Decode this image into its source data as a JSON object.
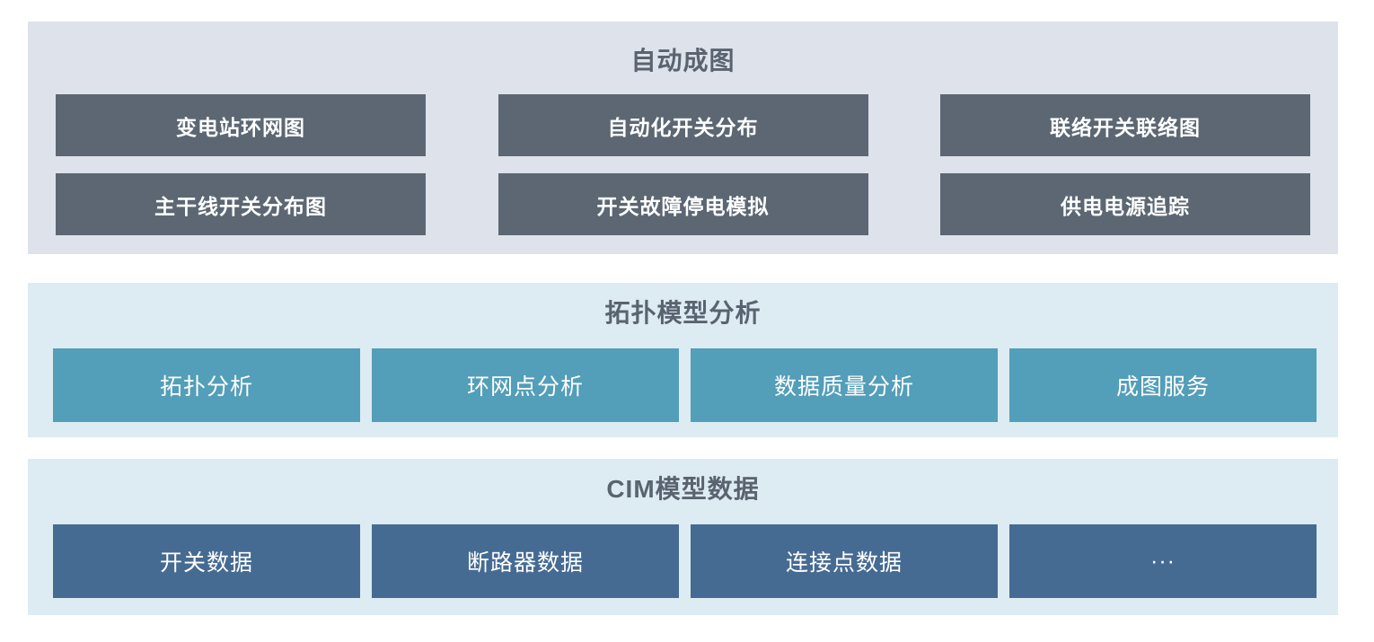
{
  "page": {
    "background": "#ffffff"
  },
  "colors": {
    "top_panel_bg": "#dee2eb",
    "top_button_bg": "#5c6773",
    "middle_panel_bg": "#ddebf2",
    "middle_button_bg": "#539eb9",
    "bottom_panel_bg": "#ddebf2",
    "bottom_button_bg": "#466b93",
    "title_text": "#5a6370",
    "button_text": "#ffffff"
  },
  "sections": {
    "auto_diagram": {
      "title": "自动成图",
      "buttons": [
        "变电站环网图",
        "自动化开关分布",
        "联络开关联络图",
        "主干线开关分布图",
        "开关故障停电模拟",
        "供电电源追踪"
      ]
    },
    "topology_analysis": {
      "title": "拓扑模型分析",
      "buttons": [
        "拓扑分析",
        "环网点分析",
        "数据质量分析",
        "成图服务"
      ]
    },
    "cim_data": {
      "title": "CIM模型数据",
      "buttons": [
        "开关数据",
        "断路器数据",
        "连接点数据",
        "···"
      ]
    }
  }
}
